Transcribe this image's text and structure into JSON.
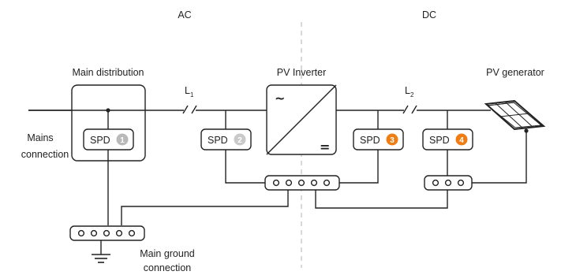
{
  "labels": {
    "ac": "AC",
    "dc": "DC",
    "main_distribution": "Main distribution",
    "pv_inverter": "PV Inverter",
    "pv_generator": "PV generator",
    "mains_connection_line1": "Mains",
    "mains_connection_line2": "connection",
    "main_ground_line1": "Main ground",
    "main_ground_line2": "connection",
    "l1_letter": "L",
    "l1_sub": "1",
    "l2_letter": "L",
    "l2_sub": "2"
  },
  "spds": [
    {
      "label": "SPD",
      "number": "1",
      "color": "#b9b9b9"
    },
    {
      "label": "SPD",
      "number": "2",
      "color": "#c9c9c9"
    },
    {
      "label": "SPD",
      "number": "3",
      "color": "#f07d14"
    },
    {
      "label": "SPD",
      "number": "4",
      "color": "#f07d14"
    }
  ],
  "icons": {
    "inverter_ac_symbol": "~",
    "inverter_dc_symbol": "="
  },
  "colors": {
    "line": "#222222",
    "divider": "#c8c8c8",
    "accent": "#f07d14"
  }
}
